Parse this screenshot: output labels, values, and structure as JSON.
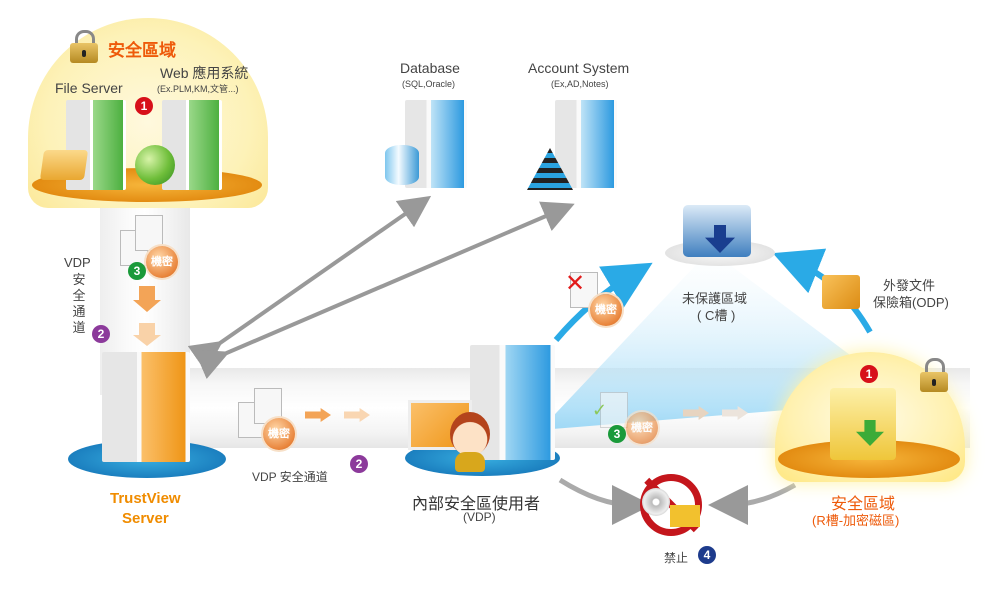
{
  "top_left_zone": {
    "title": "安全區域",
    "file_server": "File Server",
    "web_app": "Web 應用系統",
    "web_app_sub": "(Ex.PLM,KM,文管...)",
    "badge": "1"
  },
  "database": {
    "title": "Database",
    "sub": "(SQL,Oracle)"
  },
  "account_system": {
    "title": "Account System",
    "sub": "(Ex,AD,Notes)"
  },
  "vertical_channel": {
    "line1": "VDP",
    "line2": "安全通道",
    "badge": "2",
    "step_badge": "3",
    "secret": "機密"
  },
  "trustview": {
    "line1": "TrustView",
    "line2": "Server"
  },
  "horizontal_channel": {
    "label": "VDP 安全通道",
    "badge": "2",
    "secret": "機密"
  },
  "internal_user": {
    "title": "內部安全區使用者",
    "sub": "(VDP)"
  },
  "unprotected": {
    "title": "未保護區域",
    "sub": "( C槽 )",
    "secret": "機密"
  },
  "odp": {
    "line1": "外發文件",
    "line2": "保險箱(ODP)"
  },
  "right_zone": {
    "title": "安全區域",
    "sub": "(R槽-加密磁區)",
    "badge": "1",
    "step_badge": "3",
    "secret": "機密"
  },
  "forbidden": {
    "label": "禁止",
    "badge": "4"
  },
  "colors": {
    "orange": "#ee5a0a",
    "amber": "#f08c00",
    "blue_accent": "#1ea6e6",
    "gold": "#f2a91e"
  }
}
